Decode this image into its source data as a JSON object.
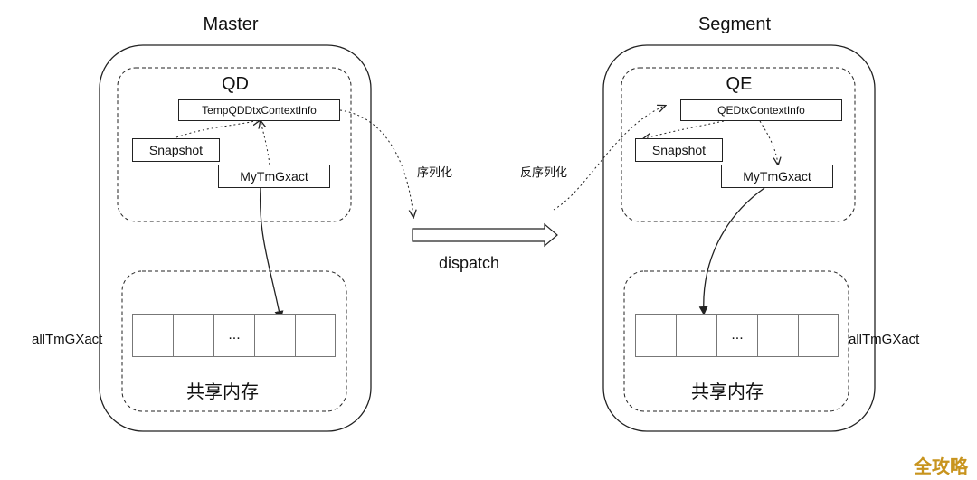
{
  "master": {
    "title": "Master",
    "qd_title": "QD",
    "context_info": "TempQDDtxContextInfo",
    "snapshot": "Snapshot",
    "mytmgxact": "MyTmGxact",
    "array_label": "allTmGXact",
    "array_cells": [
      "",
      "",
      "...",
      "",
      ""
    ],
    "shared_memory": "共享内存"
  },
  "segment": {
    "title": "Segment",
    "qe_title": "QE",
    "context_info": "QEDtxContextInfo",
    "snapshot": "Snapshot",
    "mytmgxact": "MyTmGxact",
    "array_label": "allTmGXact",
    "array_cells": [
      "",
      "",
      "...",
      "",
      ""
    ],
    "shared_memory": "共享内存"
  },
  "flow": {
    "serialize": "序列化",
    "deserialize": "反序列化",
    "dispatch": "dispatch"
  },
  "watermark": "全攻略",
  "colors": {
    "line": "#222222",
    "watermark": "#c8941e"
  }
}
